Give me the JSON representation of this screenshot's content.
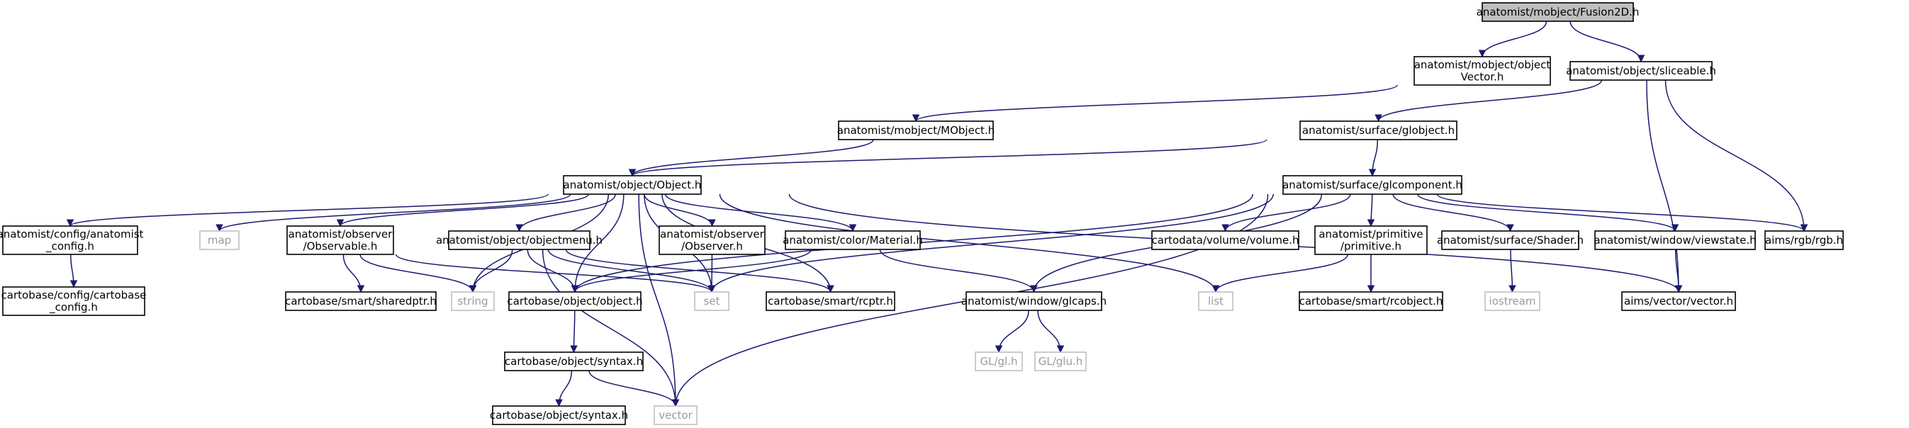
{
  "colors": {
    "edge": "#191970",
    "box_border": "#000000",
    "external_border": "#bfbfbf",
    "external_text": "#9a9a9a",
    "root_fill": "#bfbfbf",
    "node_fill": "#ffffff",
    "text": "#000000"
  },
  "nodes": {
    "fusion2d": {
      "lines": [
        "anatomist/mobject/Fusion2D.h"
      ],
      "kind": "root"
    },
    "mobject_vector": {
      "lines": [
        "anatomist/mobject/object",
        "Vector.h"
      ],
      "kind": "file"
    },
    "sliceable": {
      "lines": [
        "anatomist/object/sliceable.h"
      ],
      "kind": "file"
    },
    "mobject": {
      "lines": [
        "anatomist/mobject/MObject.h"
      ],
      "kind": "file"
    },
    "globject": {
      "lines": [
        "anatomist/surface/globject.h"
      ],
      "kind": "file"
    },
    "object_h": {
      "lines": [
        "anatomist/object/Object.h"
      ],
      "kind": "file"
    },
    "glcomponent": {
      "lines": [
        "anatomist/surface/glcomponent.h"
      ],
      "kind": "file"
    },
    "anat_config": {
      "lines": [
        "anatomist/config/anatomist",
        "_config.h"
      ],
      "kind": "file"
    },
    "map": {
      "lines": [
        "map"
      ],
      "kind": "external"
    },
    "observable": {
      "lines": [
        "anatomist/observer",
        "/Observable.h"
      ],
      "kind": "file"
    },
    "objectmenu": {
      "lines": [
        "anatomist/object/objectmenu.h"
      ],
      "kind": "file"
    },
    "observer": {
      "lines": [
        "anatomist/observer",
        "/Observer.h"
      ],
      "kind": "file"
    },
    "material": {
      "lines": [
        "anatomist/color/Material.h"
      ],
      "kind": "file"
    },
    "volume": {
      "lines": [
        "cartodata/volume/volume.h"
      ],
      "kind": "file"
    },
    "primitive": {
      "lines": [
        "anatomist/primitive",
        "/primitive.h"
      ],
      "kind": "file"
    },
    "shader": {
      "lines": [
        "anatomist/surface/Shader.h"
      ],
      "kind": "file"
    },
    "viewstate": {
      "lines": [
        "anatomist/window/viewstate.h"
      ],
      "kind": "file"
    },
    "rgb": {
      "lines": [
        "aims/rgb/rgb.h"
      ],
      "kind": "file"
    },
    "cb_config": {
      "lines": [
        "cartobase/config/cartobase",
        "_config.h"
      ],
      "kind": "file"
    },
    "sharedptr": {
      "lines": [
        "cartobase/smart/sharedptr.h"
      ],
      "kind": "file"
    },
    "string": {
      "lines": [
        "string"
      ],
      "kind": "external"
    },
    "cb_object": {
      "lines": [
        "cartobase/object/object.h"
      ],
      "kind": "file"
    },
    "set": {
      "lines": [
        "set"
      ],
      "kind": "external"
    },
    "rcptr": {
      "lines": [
        "cartobase/smart/rcptr.h"
      ],
      "kind": "file"
    },
    "glcaps": {
      "lines": [
        "anatomist/window/glcaps.h"
      ],
      "kind": "file"
    },
    "list": {
      "lines": [
        "list"
      ],
      "kind": "external"
    },
    "rcobject": {
      "lines": [
        "cartobase/smart/rcobject.h"
      ],
      "kind": "file"
    },
    "iostream": {
      "lines": [
        "iostream"
      ],
      "kind": "external"
    },
    "aims_vector": {
      "lines": [
        "aims/vector/vector.h"
      ],
      "kind": "file"
    },
    "gl": {
      "lines": [
        "GL/gl.h"
      ],
      "kind": "external"
    },
    "glu": {
      "lines": [
        "GL/glu.h"
      ],
      "kind": "external"
    },
    "syntax_h": {
      "lines": [
        "cartobase/object/syntax.h"
      ],
      "kind": "file"
    },
    "syntax_h2": {
      "lines": [
        "cartobase/object/syntax.h"
      ],
      "kind": "file"
    },
    "vector": {
      "lines": [
        "vector"
      ],
      "kind": "external"
    }
  },
  "edges": [
    [
      "fusion2d",
      "mobject_vector"
    ],
    [
      "fusion2d",
      "sliceable"
    ],
    [
      "mobject_vector",
      "mobject"
    ],
    [
      "sliceable",
      "globject"
    ],
    [
      "sliceable",
      "rgb"
    ],
    [
      "sliceable",
      "aims_vector"
    ],
    [
      "mobject",
      "object_h"
    ],
    [
      "globject",
      "object_h"
    ],
    [
      "globject",
      "glcomponent"
    ],
    [
      "object_h",
      "anat_config"
    ],
    [
      "object_h",
      "map"
    ],
    [
      "object_h",
      "observable"
    ],
    [
      "object_h",
      "objectmenu"
    ],
    [
      "object_h",
      "observer"
    ],
    [
      "object_h",
      "material"
    ],
    [
      "object_h",
      "string"
    ],
    [
      "object_h",
      "cb_object"
    ],
    [
      "object_h",
      "set"
    ],
    [
      "object_h",
      "rcptr"
    ],
    [
      "object_h",
      "list"
    ],
    [
      "object_h",
      "aims_vector"
    ],
    [
      "object_h",
      "vector"
    ],
    [
      "glcomponent",
      "volume"
    ],
    [
      "glcomponent",
      "primitive"
    ],
    [
      "glcomponent",
      "shader"
    ],
    [
      "glcomponent",
      "viewstate"
    ],
    [
      "glcomponent",
      "rgb"
    ],
    [
      "glcomponent",
      "glcaps"
    ],
    [
      "glcomponent",
      "set"
    ],
    [
      "glcomponent",
      "cb_object"
    ],
    [
      "glcomponent",
      "vector"
    ],
    [
      "anat_config",
      "cb_config"
    ],
    [
      "observable",
      "sharedptr"
    ],
    [
      "observable",
      "string"
    ],
    [
      "observable",
      "set"
    ],
    [
      "objectmenu",
      "string"
    ],
    [
      "objectmenu",
      "cb_object"
    ],
    [
      "objectmenu",
      "set"
    ],
    [
      "objectmenu",
      "rcptr"
    ],
    [
      "objectmenu",
      "vector"
    ],
    [
      "observer",
      "set"
    ],
    [
      "material",
      "glcaps"
    ],
    [
      "material",
      "cb_object"
    ],
    [
      "primitive",
      "rcobject"
    ],
    [
      "primitive",
      "list"
    ],
    [
      "shader",
      "iostream"
    ],
    [
      "viewstate",
      "aims_vector"
    ],
    [
      "glcaps",
      "gl"
    ],
    [
      "glcaps",
      "glu"
    ],
    [
      "cb_object",
      "syntax_h"
    ],
    [
      "syntax_h",
      "syntax_h2"
    ],
    [
      "syntax_h",
      "vector"
    ]
  ]
}
